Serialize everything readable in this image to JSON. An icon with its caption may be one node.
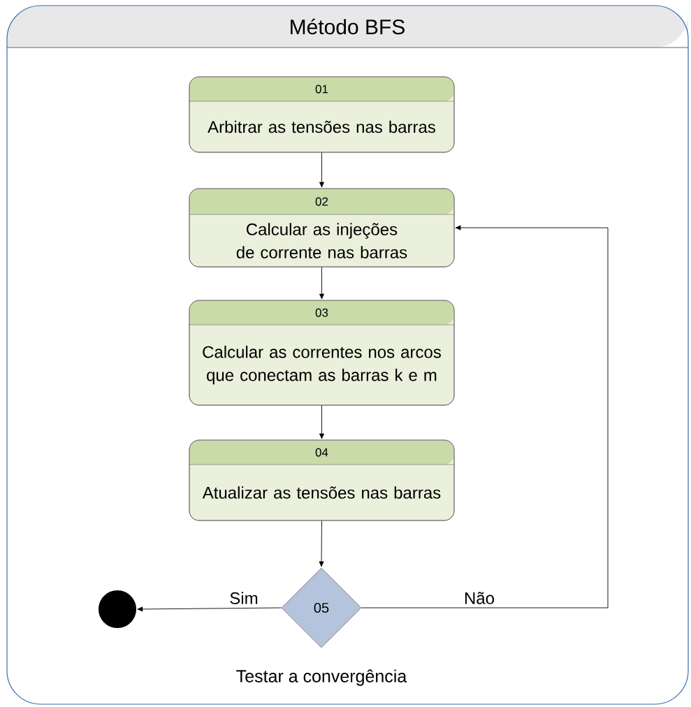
{
  "diagram": {
    "title": "Método BFS",
    "nodes": [
      {
        "text": [
          "01",
          "Arbitrar as tensões nas barras"
        ]
      },
      {
        "text": [
          "02",
          "Calcular as injeções de corrente nas barras"
        ]
      },
      {
        "text": [
          "03",
          "Calcular as correntes nos arcos que conectam as barras k e m"
        ]
      },
      {
        "text": [
          "04",
          "Atualizar as tensões nas barras"
        ]
      },
      {
        "text": [
          "05"
        ],
        "beside": [
          "Testar a convergência"
        ]
      },
      {
        "text": [],
        "shape": "circle"
      }
    ],
    "edges": [
      {
        "from": 0,
        "to": 1,
        "arrow": "to"
      },
      {
        "from": 1,
        "to": 2,
        "arrow": "to"
      },
      {
        "from": 2,
        "to": 3,
        "arrow": "to"
      },
      {
        "from": 3,
        "to": 4,
        "arrow": "to"
      },
      {
        "from": 4,
        "to": 5,
        "arrow": "to",
        "label": "Sim"
      },
      {
        "from": 4,
        "to": 1,
        "arrow": "to",
        "label": "Não"
      }
    ]
  }
}
